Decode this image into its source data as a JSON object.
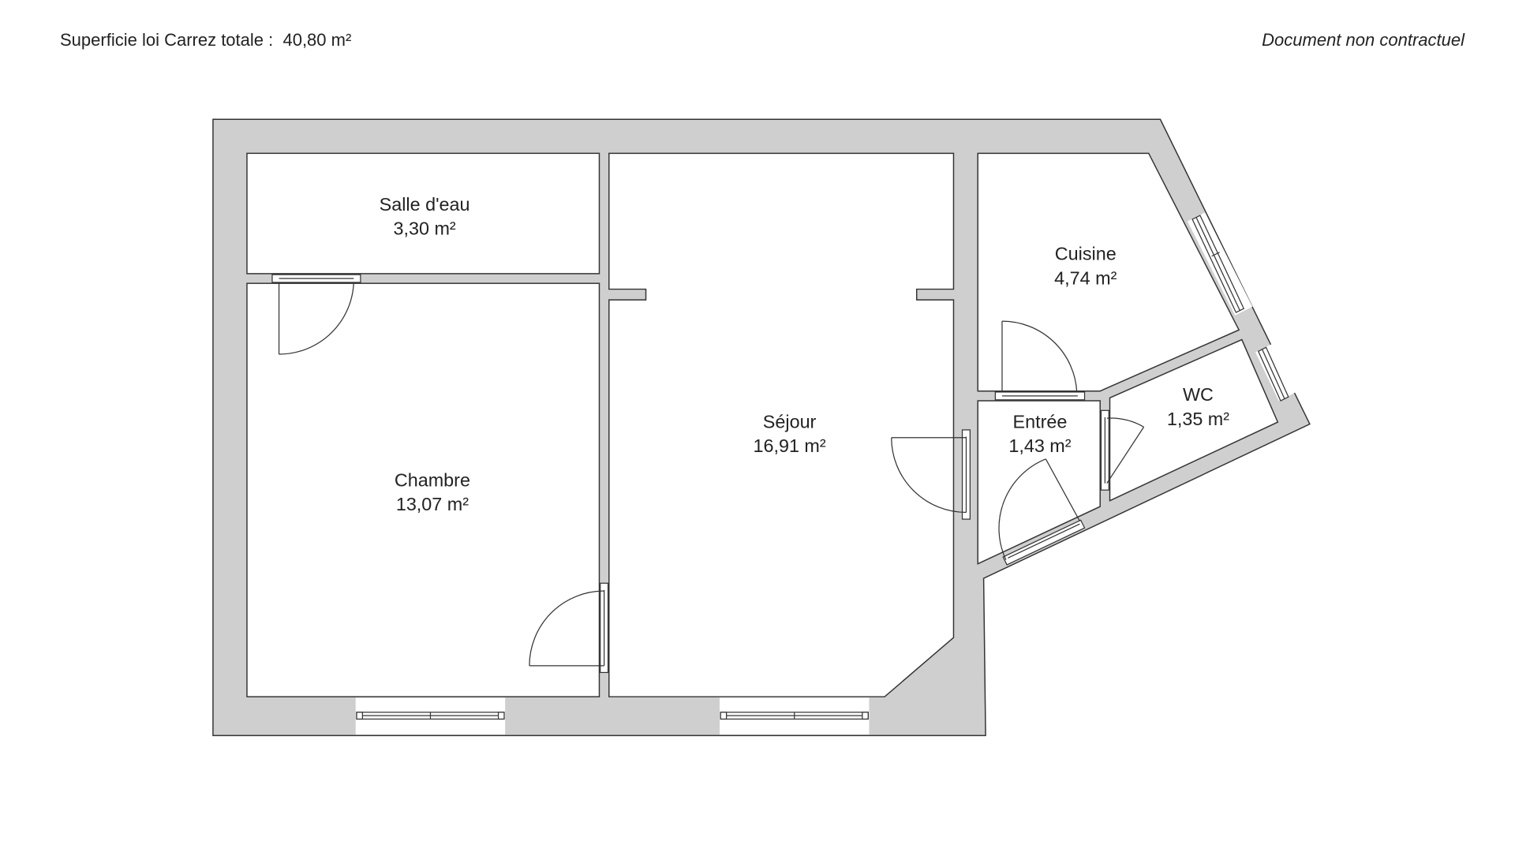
{
  "header": {
    "total_area_label": "Superficie loi Carrez totale :",
    "total_area_value": "40,80 m²",
    "disclaimer": "Document non contractuel"
  },
  "rooms": [
    {
      "name": "Salle d'eau",
      "area": "3,30 m²"
    },
    {
      "name": "Chambre",
      "area": "13,07 m²"
    },
    {
      "name": "Séjour",
      "area": "16,91 m²"
    },
    {
      "name": "Cuisine",
      "area": "4,74 m²"
    },
    {
      "name": "Entrée",
      "area": "1,43 m²"
    },
    {
      "name": "WC",
      "area": "1,35 m²"
    }
  ],
  "colors": {
    "wall": "#cfcfcf",
    "line": "#333333",
    "background": "#ffffff"
  }
}
